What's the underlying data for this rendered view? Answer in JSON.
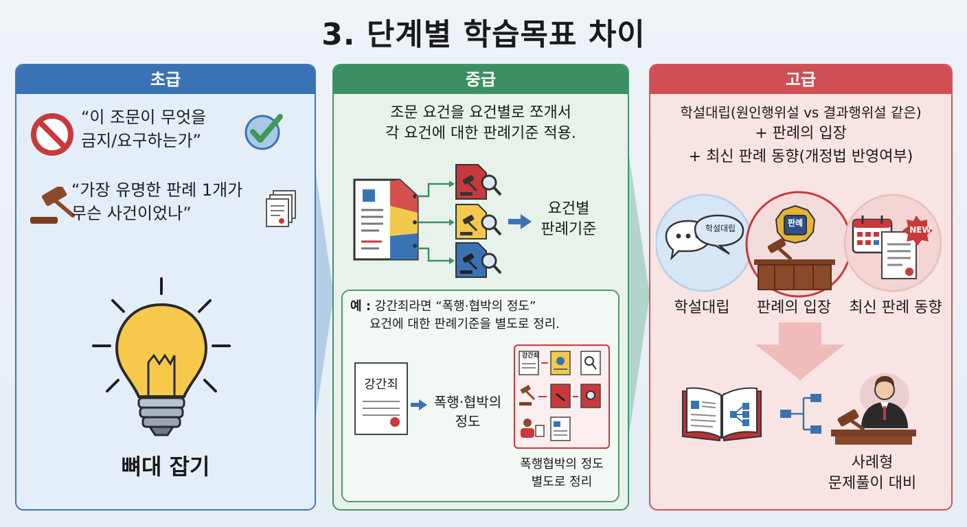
{
  "title": "3. 단계별 학습목표 차이",
  "panels": {
    "beginner": {
      "header": "초급",
      "quote1_line1": "“이 조문이 무엇을",
      "quote1_line2": "금지/요구하는가”",
      "quote2_line1": "“가장 유명한 판례 1개가",
      "quote2_line2": "무슨 사건이었나”",
      "footer": "뼈대 잡기"
    },
    "intermediate": {
      "header": "중급",
      "intro_line1": "조문 요건을 요건별로 쪼개서",
      "intro_line2": "각 요건에 대한 판례기준 적용.",
      "result_line1": "요건별",
      "result_line2": "판례기준",
      "example_prefix": "예 :",
      "example_line1": "강간죄라면 “폭행·협박의 정도”",
      "example_line2": "요건에 대한 판례기준을 별도로 정리.",
      "doc_label": "강간죄",
      "requirement_line1": "폭행·협박의",
      "requirement_line2": "정도",
      "mini_doc_label": "강간죄",
      "summary_line1": "폭행협박의 정도",
      "summary_line2": "별도로 정리"
    },
    "advanced": {
      "header": "고급",
      "intro_line1": "학설대립(원인행위설 vs 결과행위설 같은)",
      "intro_line2": "+ 판례의 입장",
      "intro_line3": "+ 최신 판례 동향(개정법 반영여부)",
      "bubble_text": "학설대립",
      "seal_text": "판례",
      "new_badge": "NEW",
      "label_theory": "학설대립",
      "label_precedent": "판례의 입장",
      "label_trend": "최신 판례 동향",
      "result_line1": "사례형",
      "result_line2": "문제풀이 대비"
    }
  },
  "colors": {
    "blue": "#3a73b3",
    "green": "#3b8f62",
    "red": "#cf4f55",
    "yellow": "#f2c94c"
  }
}
